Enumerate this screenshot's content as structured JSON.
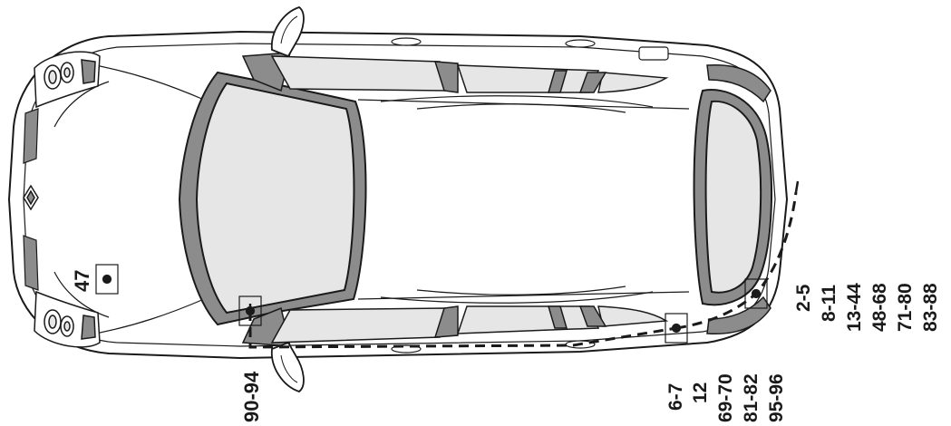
{
  "labels": {
    "box_front": "47",
    "front_door": "90-94",
    "rear_col": [
      "6-7",
      "12",
      "69-70",
      "81-82",
      "95-96"
    ],
    "right_col": [
      "2-5",
      "8-11",
      "13-44",
      "48-68",
      "71-80",
      "83-88"
    ]
  },
  "colors": {
    "outline": "#1a1a1a",
    "glass": "#e6e6e6",
    "pillar": "#8c8c8c",
    "body": "#ffffff"
  }
}
